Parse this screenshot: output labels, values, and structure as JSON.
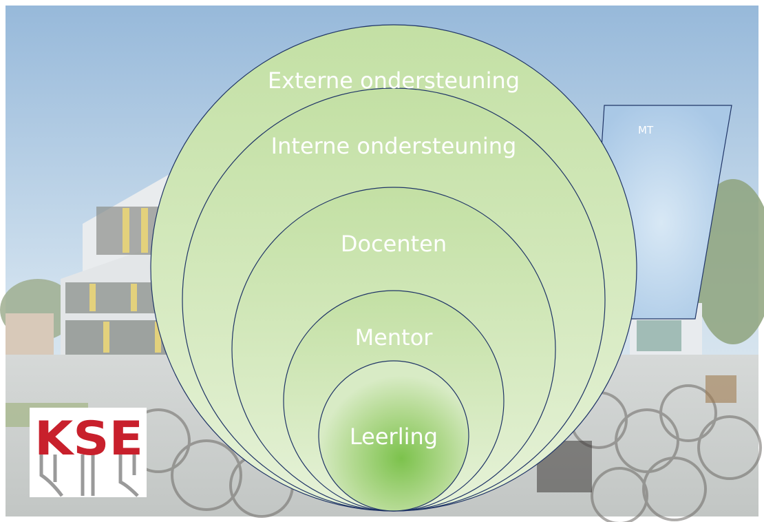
{
  "diagram": {
    "rings": [
      {
        "label": "Externe ondersteuning"
      },
      {
        "label": "Interne ondersteuning"
      },
      {
        "label": "Docenten"
      },
      {
        "label": "Mentor"
      },
      {
        "label": "Leerling"
      }
    ],
    "side_panel": {
      "label": "MT"
    }
  },
  "logo": {
    "text": "KSE"
  },
  "colors": {
    "ring_fill": "#c9e3ad",
    "ring_stroke": "#1f3466",
    "core_green": "#7cc24c",
    "label_text": "#ffffff",
    "logo_red": "#c8202c",
    "sky": "#9fc0de"
  }
}
